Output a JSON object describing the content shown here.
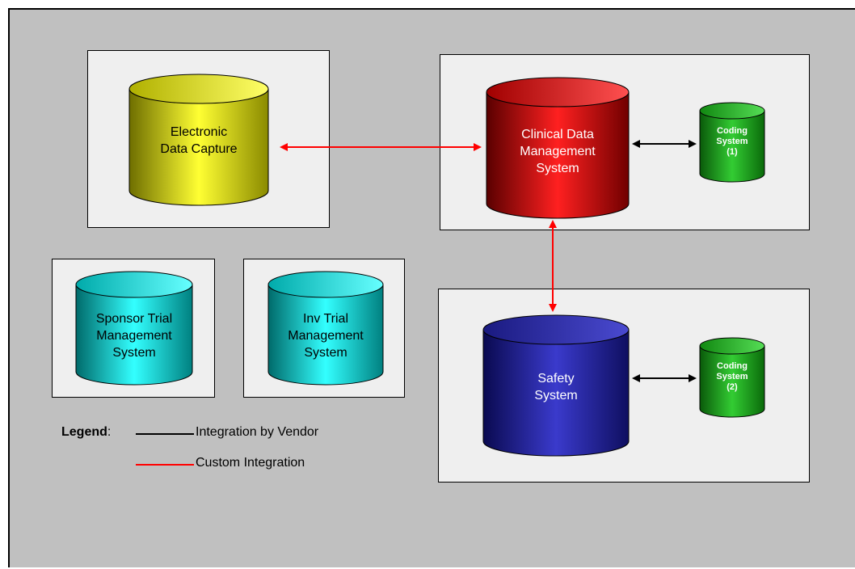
{
  "colors": {
    "background": "#c0c0c0",
    "panel": "#efefef",
    "vendor_link": "#000000",
    "custom_link": "#ff0000"
  },
  "systems": {
    "edc": {
      "label": "Electronic\nData Capture",
      "color": "yellow"
    },
    "cdms": {
      "label": "Clinical Data\nManagement\nSystem",
      "color": "red"
    },
    "coding1": {
      "label": "Coding\nSystem\n(1)",
      "color": "green"
    },
    "ctms_sponsor": {
      "label": "Sponsor Trial\nManagement\nSystem",
      "color": "cyan"
    },
    "ctms_inv": {
      "label": "Inv Trial\nManagement\nSystem",
      "color": "cyan"
    },
    "safety": {
      "label": "Safety\nSystem",
      "color": "blue"
    },
    "coding2": {
      "label": "Coding\nSystem\n(2)",
      "color": "green"
    }
  },
  "connections": [
    {
      "from": "edc",
      "to": "cdms",
      "type": "custom"
    },
    {
      "from": "cdms",
      "to": "coding1",
      "type": "vendor"
    },
    {
      "from": "cdms",
      "to": "safety",
      "type": "custom"
    },
    {
      "from": "safety",
      "to": "coding2",
      "type": "vendor"
    }
  ],
  "legend": {
    "title": "Legend",
    "vendor_label": "Integration by Vendor",
    "custom_label": "Custom Integration"
  }
}
